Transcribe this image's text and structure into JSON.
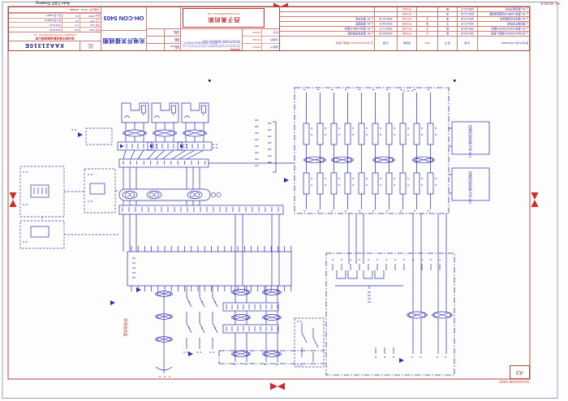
{
  "frame": {
    "paper_size": "A3",
    "autocad_note": "Auto CAD Drawing",
    "corner_no": "No. 65435-B",
    "footer_ref": "XAA21310E 5403"
  },
  "title_block": {
    "dwg_label_cn": "图号",
    "dwg_label_en": "DWG",
    "dwg_no": "XAA21310E",
    "company_cn": "杭州西子奥的斯电梯有限公司",
    "company_en": "HANGZHOU XIZI OTIS ELEVATOR CO., Ltd.",
    "drawing_title_cn": "光电开关接线图",
    "model": "OH-CON 5403",
    "logo_cn": "西子奥的斯",
    "logo_en": "XIZI OTIS ELEVATOR CO., LTD.",
    "warning_title": "WARNING:",
    "warning_text": "This drawing is the confidential property of Xizi Otis Elevator Co., Ltd. and must not be copied, reproduced or disclosed to any third party without written permission. 本图纸为西子奥的斯电梯有限公司机密文件，未经书面许可不得复制、翻印或转交第三方使用。",
    "material_rows": [
      {
        "cn": "材料",
        "en": "MATERIAL",
        "value": ""
      },
      {
        "cn": "规格",
        "en": "SPEC.",
        "value": ""
      },
      {
        "cn": "表面",
        "en": "FINISH",
        "value": ""
      }
    ],
    "minipc_rows": [
      {
        "label": "底图总号",
        "no": "PC0614"
      },
      {
        "label": "旧底图号",
        "no": "PC0498"
      },
      {
        "label": "签 收",
        "no": "PC0375"
      }
    ],
    "fields": [
      {
        "cn": "拟制",
        "en": "DWN",
        "name": "W.B",
        "extra": "2003-08-23"
      },
      {
        "cn": "审核",
        "en": "CHK",
        "name": "Y.Q",
        "extra": "2003-08-23"
      },
      {
        "cn": "工艺",
        "en": "STD",
        "name": "J.H",
        "extra": "共 2 张 SHEETS"
      },
      {
        "cn": "批准",
        "en": "APPD",
        "name": "R.A",
        "extra": "第 1 张 SHEET"
      }
    ],
    "auth_label_cn": "底图总号",
    "auth_label_en": "AUTH.",
    "auth_no": "PC6280"
  },
  "revision_table": {
    "header": {
      "change_b": "更 改 内 容 (CHANGES)",
      "date_b": "日 期",
      "name": "签 字",
      "sign": "RRA",
      "pc": "更改单",
      "date_a": "日 期",
      "change_a_note": "注: 在XAA21310E/D-6基础上更改"
    },
    "rows": [
      {
        "mark_a": "△",
        "change_a": "5K, 更改轿顶接线图",
        "date_a": "2005-06-03",
        "pc": "PC0289",
        "sign": "王",
        "name": "蒋",
        "mark_b": "△",
        "change_b": "在XAA21310E/D-6基础上更改",
        "date_b": "2004-05-25"
      },
      {
        "mark_a": "△",
        "change_a": "2K, 增加CANBUS接线",
        "date_a": "2005-07-07",
        "pc": "PC1436",
        "sign": "王",
        "name": "蒋",
        "mark_b": "△",
        "change_b": "3A, 更改XAA21310E/D-6接线",
        "date_b": "2004-06-29"
      },
      {
        "mark_a": "△",
        "change_a": "3A, 更改图签",
        "date_a": "2005-09-21",
        "pc": "PC0390",
        "sign": "蒋",
        "name": "王",
        "mark_b": "△",
        "change_b": "更改端子排布线",
        "date_b": "2004-07-07"
      },
      {
        "mark_a": "△",
        "change_a": "5K, 更改布线",
        "date_a": "2005-10-18",
        "pc": "PC1426",
        "sign": "王",
        "name": "李",
        "mark_b": "△",
        "change_b": "3A, 更改安全回路接线",
        "date_b": "2004-10-09"
      },
      {
        "mark_a": "",
        "change_a": "",
        "date_a": "",
        "pc": "PC1894",
        "sign": "",
        "name": "朱",
        "mark_b": "△",
        "change_b": "5A, 更改CANBUS及底板接线图",
        "date_b": "2004-12-22"
      },
      {
        "mark_a": "",
        "change_a": "",
        "date_a": "",
        "pc": "PC0615",
        "sign": "",
        "name": "蒋",
        "mark_b": "△",
        "change_b": "3A, 更改端子标号",
        "date_b": "2005-02-17"
      }
    ]
  },
  "schematic": {
    "car_label": "轿顶接线盒",
    "panel_label_1": "控制柜接线端子排 XT1",
    "panel_label_2": "控制柜接线端子排 XT2"
  }
}
